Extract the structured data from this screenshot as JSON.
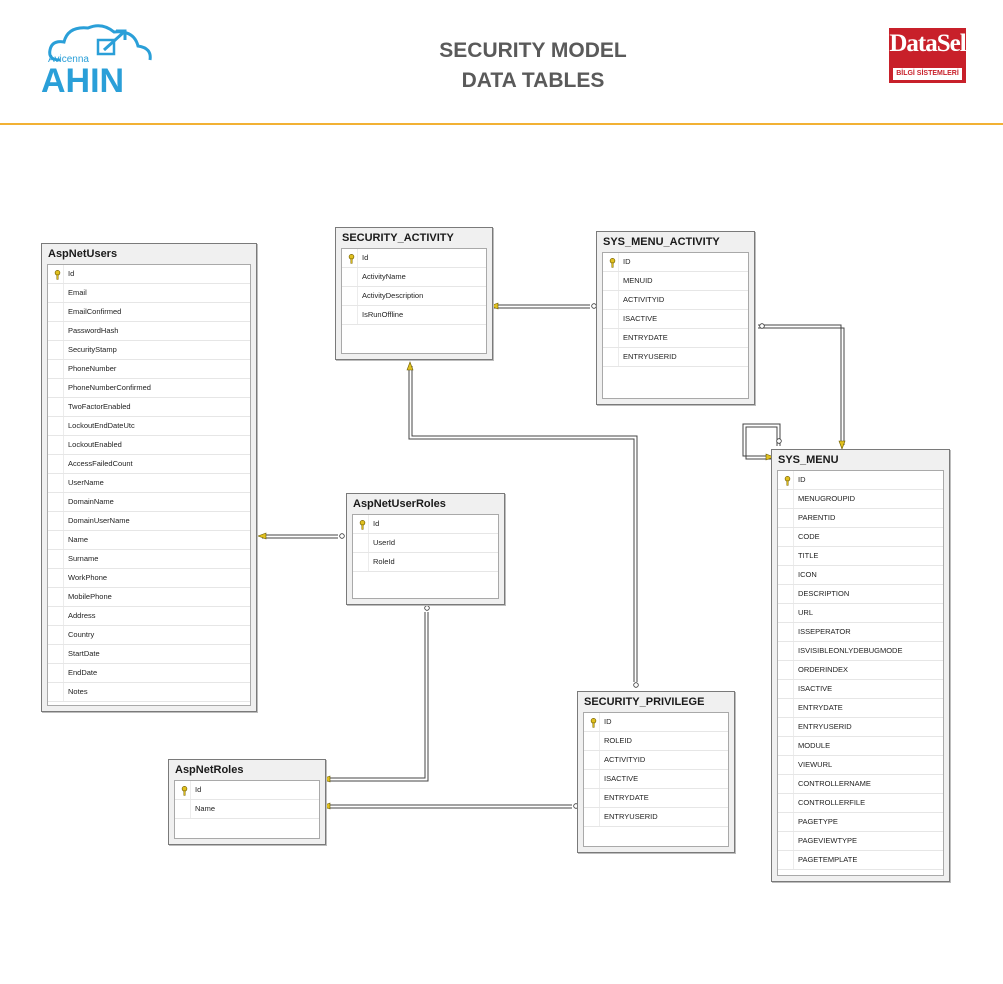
{
  "header": {
    "title_line1": "SECURITY MODEL",
    "title_line2": "DATA TABLES",
    "logo_left_small": "Avicenna",
    "logo_left_big": "AHIN",
    "logo_right_brand": "DataSel",
    "logo_right_sub": "BİLGİ SİSTEMLERİ"
  },
  "colors": {
    "accent_rule": "#f2b134",
    "key_icon": "#e0c020",
    "datasel_red": "#c8202a",
    "ahin_blue": "#2a9fd8"
  },
  "tables": {
    "aspnetusers": {
      "name": "AspNetUsers",
      "columns": [
        "Id",
        "Email",
        "EmailConfirmed",
        "PasswordHash",
        "SecurityStamp",
        "PhoneNumber",
        "PhoneNumberConfirmed",
        "TwoFactorEnabled",
        "LockoutEndDateUtc",
        "LockoutEnabled",
        "AccessFailedCount",
        "UserName",
        "DomainName",
        "DomainUserName",
        "Name",
        "Surname",
        "WorkPhone",
        "MobilePhone",
        "Address",
        "Country",
        "StartDate",
        "EndDate",
        "Notes"
      ]
    },
    "security_activity": {
      "name": "SECURITY_ACTIVITY",
      "columns": [
        "Id",
        "ActivityName",
        "ActivityDescription",
        "IsRunOffline"
      ]
    },
    "sys_menu_activity": {
      "name": "SYS_MENU_ACTIVITY",
      "columns": [
        "ID",
        "MENUID",
        "ACTIVITYID",
        "ISACTIVE",
        "ENTRYDATE",
        "ENTRYUSERID"
      ]
    },
    "aspnetuserroles": {
      "name": "AspNetUserRoles",
      "columns": [
        "Id",
        "UserId",
        "RoleId"
      ]
    },
    "aspnetroles": {
      "name": "AspNetRoles",
      "columns": [
        "Id",
        "Name"
      ]
    },
    "security_privilege": {
      "name": "SECURITY_PRIVILEGE",
      "columns": [
        "ID",
        "ROLEID",
        "ACTIVITYID",
        "ISACTIVE",
        "ENTRYDATE",
        "ENTRYUSERID"
      ]
    },
    "sys_menu": {
      "name": "SYS_MENU",
      "columns": [
        "ID",
        "MENUGROUPID",
        "PARENTID",
        "CODE",
        "TITLE",
        "ICON",
        "DESCRIPTION",
        "URL",
        "ISSEPERATOR",
        "ISVISIBLEONLYDEBUGMODE",
        "ORDERINDEX",
        "ISACTIVE",
        "ENTRYDATE",
        "ENTRYUSERID",
        "MODULE",
        "VIEWURL",
        "CONTROLLERNAME",
        "CONTROLLERFILE",
        "PAGETYPE",
        "PAGEVIEWTYPE",
        "PAGETEMPLATE"
      ]
    }
  }
}
